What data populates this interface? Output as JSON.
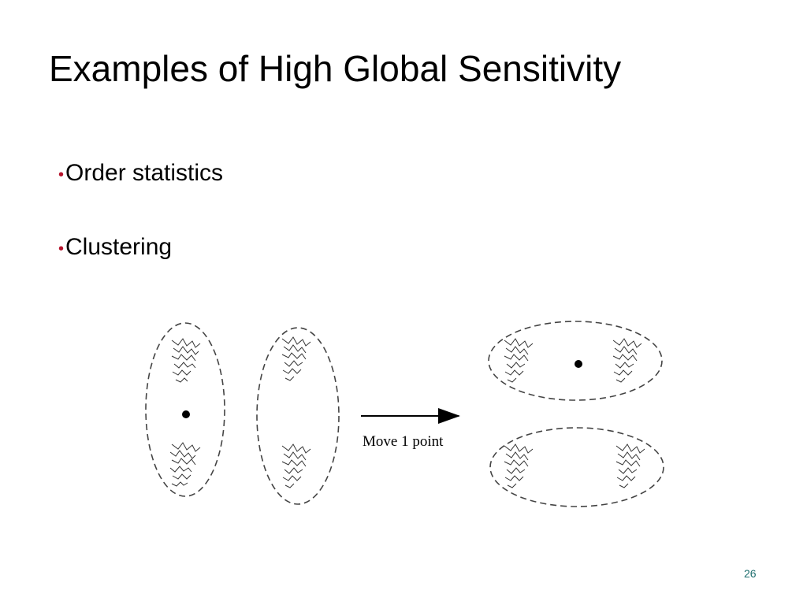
{
  "slide": {
    "title": "Examples of High Global Sensitivity",
    "bullets": [
      {
        "marker": "•",
        "text": "Order statistics"
      },
      {
        "marker": "•",
        "text": "Clustering"
      }
    ],
    "page_number": "26"
  },
  "figure": {
    "arrow_label": "Move 1 point"
  },
  "colors": {
    "bullet": "#b5122b",
    "page_number": "#1f6f6f"
  }
}
